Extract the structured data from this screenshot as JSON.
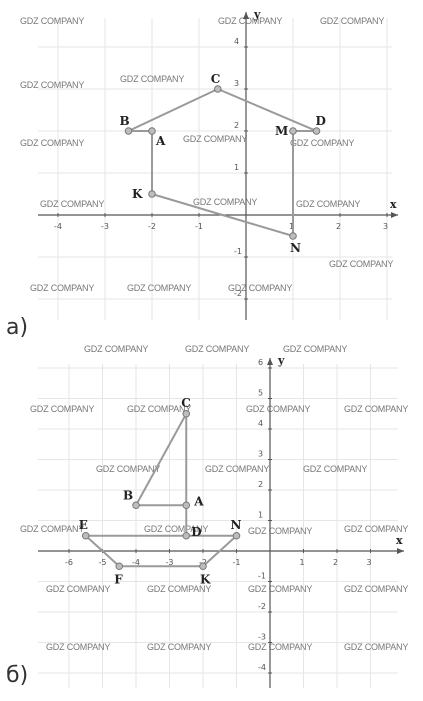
{
  "watermark": "GDZ COMPANY",
  "diagrams": [
    {
      "caption": "а)",
      "x_axis_label": "x",
      "y_axis_label": "y",
      "x_ticks": [
        "-4",
        "-3",
        "-2",
        "-1",
        "1",
        "2",
        "3"
      ],
      "y_ticks": [
        "4",
        "3",
        "2",
        "1",
        "-1",
        "-2"
      ],
      "points": [
        {
          "label": "B",
          "x": -2.5,
          "y": 2
        },
        {
          "label": "A",
          "x": -2,
          "y": 2
        },
        {
          "label": "C",
          "x": -0.6,
          "y": 3
        },
        {
          "label": "D",
          "x": 1.5,
          "y": 2
        },
        {
          "label": "M",
          "x": 1,
          "y": 2
        },
        {
          "label": "K",
          "x": -2,
          "y": 0.5
        },
        {
          "label": "N",
          "x": 1,
          "y": -0.5
        }
      ],
      "segments": [
        [
          "B",
          "A"
        ],
        [
          "B",
          "C"
        ],
        [
          "C",
          "D"
        ],
        [
          "M",
          "D"
        ],
        [
          "A",
          "K"
        ],
        [
          "K",
          "N"
        ],
        [
          "M",
          "N"
        ]
      ]
    },
    {
      "caption": "б)",
      "x_axis_label": "x",
      "y_axis_label": "y",
      "x_ticks": [
        "-6",
        "-5",
        "-4",
        "-3",
        "-2",
        "-1",
        "1",
        "2",
        "3"
      ],
      "y_ticks": [
        "6",
        "5",
        "4",
        "3",
        "2",
        "1",
        "-1",
        "-2",
        "-3",
        "-4"
      ],
      "points": [
        {
          "label": "C",
          "x": -2.5,
          "y": 4.5
        },
        {
          "label": "B",
          "x": -4,
          "y": 1.5
        },
        {
          "label": "A",
          "x": -2.5,
          "y": 1.5
        },
        {
          "label": "E",
          "x": -5.5,
          "y": 0.5
        },
        {
          "label": "D",
          "x": -2.5,
          "y": 0.5
        },
        {
          "label": "N",
          "x": -1,
          "y": 0.5
        },
        {
          "label": "F",
          "x": -4.5,
          "y": -0.5
        },
        {
          "label": "K",
          "x": -2,
          "y": -0.5
        }
      ],
      "segments": [
        [
          "C",
          "A"
        ],
        [
          "B",
          "A"
        ],
        [
          "B",
          "C"
        ],
        [
          "E",
          "N"
        ],
        [
          "E",
          "F"
        ],
        [
          "F",
          "K"
        ],
        [
          "K",
          "N"
        ],
        [
          "A",
          "D"
        ]
      ]
    }
  ]
}
